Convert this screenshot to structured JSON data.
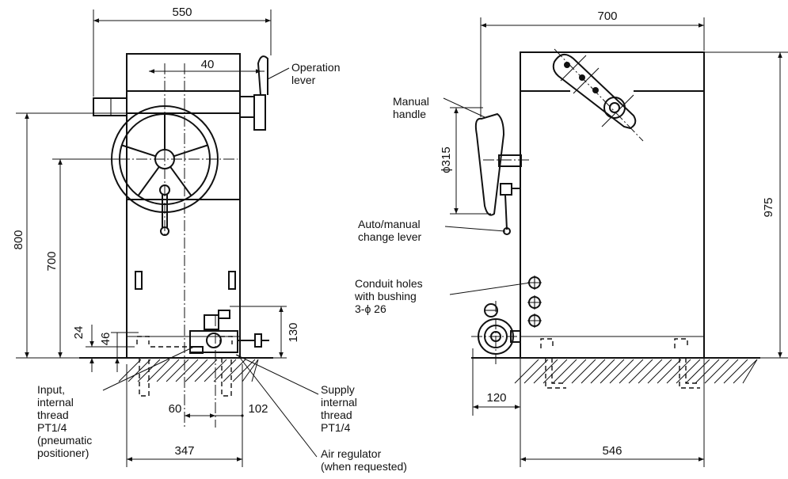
{
  "front_view": {
    "dims": {
      "width_550": "550",
      "lever_offset_40": "40",
      "height_800": "800",
      "height_700": "700",
      "height_24": "24",
      "height_46": "46",
      "height_130": "130",
      "dim_60": "60",
      "dim_102": "102",
      "dim_347": "347"
    },
    "labels": {
      "operation_lever": [
        "Operation",
        "lever"
      ],
      "input_thread": [
        "Input,",
        "internal",
        "thread",
        "PT1/4",
        "(pneumatic",
        "positioner)"
      ],
      "supply_thread": [
        "Supply",
        "internal",
        "thread",
        "PT1/4"
      ],
      "air_regulator": [
        "Air regulator",
        "(when requested)"
      ]
    }
  },
  "side_view": {
    "dims": {
      "width_700": "700",
      "dia_315": "ϕ315",
      "height_975": "975",
      "dim_120": "120",
      "dim_546": "546"
    },
    "labels": {
      "manual_handle": [
        "Manual",
        "handle"
      ],
      "auto_manual_lever": [
        "Auto/manual",
        "change lever"
      ],
      "conduit_holes": [
        "Conduit holes",
        "with bushing",
        "3-ϕ 26"
      ]
    }
  }
}
